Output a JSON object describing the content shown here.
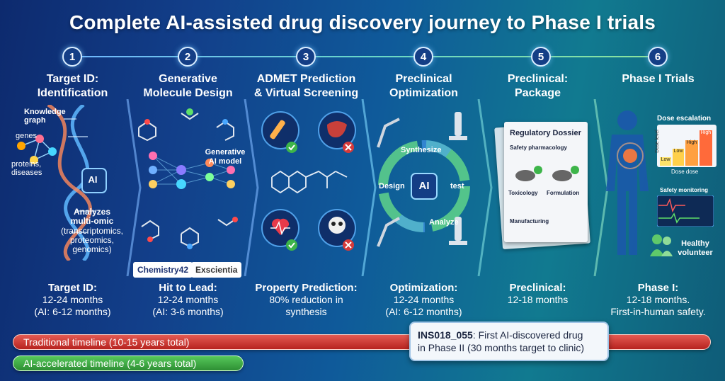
{
  "title": "Complete AI-assisted drug discovery journey to Phase I trials",
  "steps": [
    {
      "num": "1",
      "title_l1": "Target ID:",
      "title_l2": "Identification",
      "bottom_head": "Target ID:",
      "bottom_l2": "12-24 months",
      "bottom_l3": "(AI: 6-12 months)"
    },
    {
      "num": "2",
      "title_l1": "Generative",
      "title_l2": "Molecule Design",
      "bottom_head": "Hit to Lead:",
      "bottom_l2": "12-24 months",
      "bottom_l3": "(AI: 3-6 months)"
    },
    {
      "num": "3",
      "title_l1": "ADMET Prediction",
      "title_l2": "& Virtual Screening",
      "bottom_head": "Property Prediction:",
      "bottom_l2": "80% reduction in",
      "bottom_l3": "synthesis"
    },
    {
      "num": "4",
      "title_l1": "Preclinical",
      "title_l2": "Optimization",
      "bottom_head": "Optimization:",
      "bottom_l2": "12-24 months",
      "bottom_l3": "(AI: 6-12 months)"
    },
    {
      "num": "5",
      "title_l1": "Preclinical:",
      "title_l2": "Package",
      "bottom_head": "Preclinical:",
      "bottom_l2": "12-18 months",
      "bottom_l3": ""
    },
    {
      "num": "6",
      "title_l1": "Phase I Trials",
      "title_l2": "",
      "bottom_head": "Phase I:",
      "bottom_l2": "12-18 months.",
      "bottom_l3": "First-in-human safety."
    }
  ],
  "panel1": {
    "kg_l1": "Knowledge",
    "kg_l2": "graph",
    "genes": "genes",
    "proteins": "proteins,",
    "diseases": "diseases",
    "ai": "AI",
    "analyzes_l1": "Analyzes",
    "analyzes_l2": "multi-omic",
    "omic_l1": "(transcriptomics,",
    "omic_l2": "proteomics,",
    "omic_l3": "genomics)"
  },
  "panel2": {
    "gen_l1": "Generative",
    "gen_l2": "AI model",
    "logo1": "Chemistry42",
    "logo2": "Exscientia"
  },
  "panel4": {
    "synthesize": "Synthesize",
    "design": "Design",
    "test": "test",
    "analyze": "Analyze",
    "ai": "AI"
  },
  "panel5": {
    "dossier": "Regulatory Dossier",
    "safety": "Safety pharmacology",
    "toxicology": "Toxicology",
    "formulation": "Formulation",
    "manufacturing": "Manufacturing"
  },
  "panel6": {
    "dose_escalation": "Dose escalation",
    "dose_level": "Dose level",
    "low": "Low",
    "low2": "Low",
    "high": "High",
    "high2": "High",
    "dose_dose": "Dose dose",
    "safety_monitoring": "Safety monitoring",
    "healthy_l1": "Healthy",
    "healthy_l2": "volunteer"
  },
  "timeline": {
    "traditional": "Traditional timeline (10-15 years total)",
    "ai": "AI-accelerated timeline (4-6 years total)"
  },
  "callout": {
    "bold": "INS018_055",
    "rest": ": First AI-discovered drug",
    "l2": "in Phase II (30 months target to clinic)"
  },
  "colors": {
    "traditional": "#c8302a",
    "ai": "#3aa93f",
    "background": "#123f8a"
  }
}
